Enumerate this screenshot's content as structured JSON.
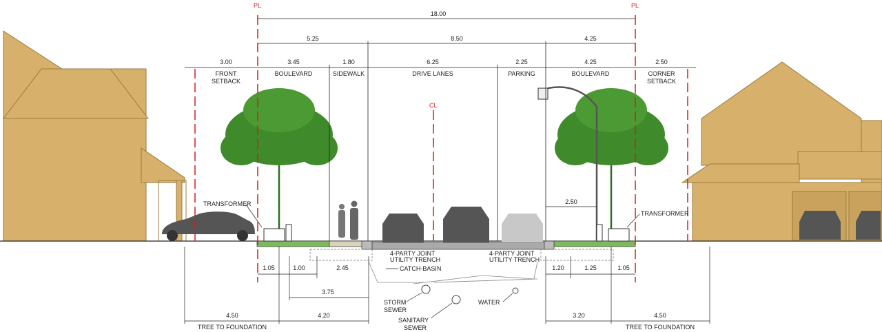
{
  "markers": {
    "pl": "PL",
    "cl": "CL"
  },
  "dimensions": {
    "top": "18.00",
    "left_row_mid": "5.25",
    "center_row_mid": "8.50",
    "right_row_mid": "4.25",
    "front_setback": "3.00",
    "boulevard_left": "3.45",
    "sidewalk": "1.80",
    "drive_lanes": "6.25",
    "parking": "2.25",
    "boulevard_right": "4.25",
    "corner_setback": "2.50",
    "lamp_offset": "2.50",
    "bl_1": "1.05",
    "bl_2": "1.00",
    "bl_3": "2.45",
    "bl_4": "3.75",
    "bl_5": "4.50",
    "bl_6": "4.20",
    "br_1": "1.20",
    "br_2": "1.25",
    "br_3": "1.05",
    "br_4": "3.20",
    "br_5": "4.50"
  },
  "zones": {
    "front_setback_l1": "FRONT",
    "front_setback_l2": "SETBACK",
    "boulevard_left": "BOULEVARD",
    "sidewalk": "SIDEWALK",
    "drive_lanes": "DRIVE LANES",
    "parking": "PARKING",
    "boulevard_right": "BOULEVARD",
    "corner_setback_l1": "CORNER",
    "corner_setback_l2": "SETBACK"
  },
  "labels": {
    "transformer_left": "TRANSFORMER",
    "transformer_right": "TRANSFORMER",
    "trench_left_l1": "4-PARTY JOINT",
    "trench_left_l2": "UTILITY TRENCH",
    "trench_right_l1": "4-PARTY JOINT",
    "trench_right_l2": "UTILITY TRENCH",
    "catch_basin": "CATCH-BASIN",
    "storm_l1": "STORM",
    "storm_l2": "SEWER",
    "sanitary_l1": "SANITARY",
    "sanitary_l2": "SEWER",
    "water": "WATER",
    "tree_to_foundation_left": "TREE TO FOUNDATION",
    "tree_to_foundation_right": "TREE TO FOUNDATION"
  },
  "colors": {
    "house": "#d7b16c",
    "house_stroke": "#9a7a3c",
    "tree": "#3f8a2a",
    "pl_line": "#d21f1f",
    "car_dark": "#555555",
    "car_light": "#c8c8c8",
    "grass": "#7dbb5a",
    "sidewalk": "#d9d4b8"
  }
}
